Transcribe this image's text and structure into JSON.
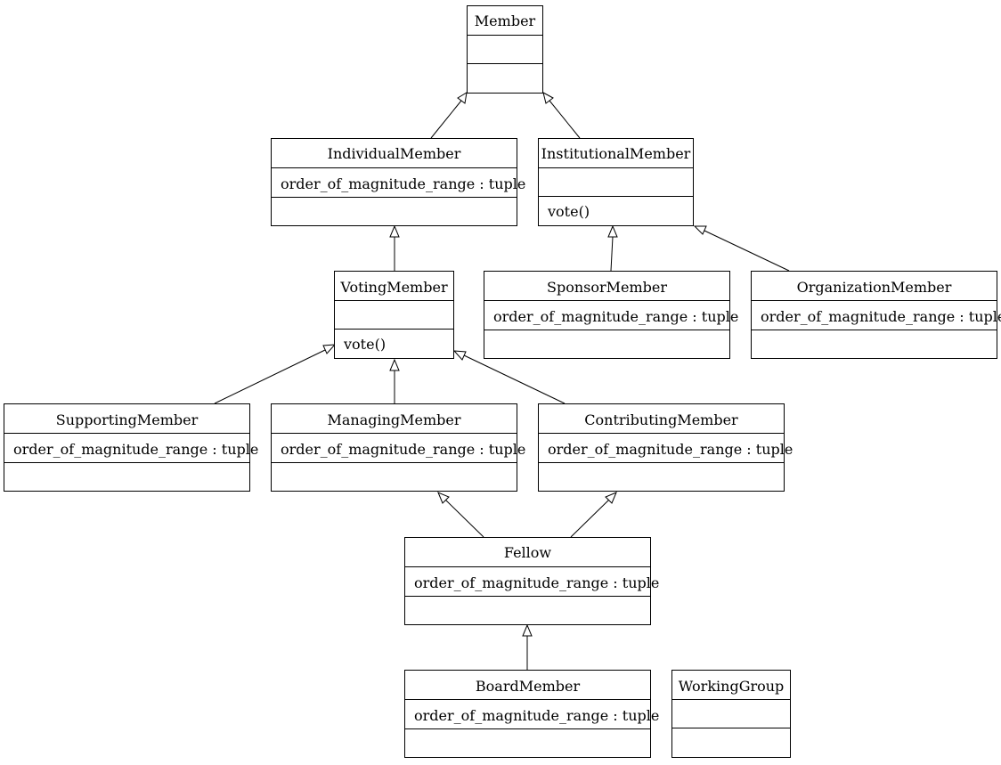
{
  "classes": {
    "member": {
      "name": "Member",
      "attributes": "",
      "methods": ""
    },
    "individual_member": {
      "name": "IndividualMember",
      "attributes": "order_of_magnitude_range : tuple",
      "methods": ""
    },
    "institutional_member": {
      "name": "InstitutionalMember",
      "attributes": "",
      "methods": "vote()"
    },
    "voting_member": {
      "name": "VotingMember",
      "attributes": "",
      "methods": "vote()"
    },
    "sponsor_member": {
      "name": "SponsorMember",
      "attributes": "order_of_magnitude_range : tuple",
      "methods": ""
    },
    "organization_member": {
      "name": "OrganizationMember",
      "attributes": "order_of_magnitude_range : tuple",
      "methods": ""
    },
    "supporting_member": {
      "name": "SupportingMember",
      "attributes": "order_of_magnitude_range : tuple",
      "methods": ""
    },
    "managing_member": {
      "name": "ManagingMember",
      "attributes": "order_of_magnitude_range : tuple",
      "methods": ""
    },
    "contributing_member": {
      "name": "ContributingMember",
      "attributes": "order_of_magnitude_range : tuple",
      "methods": ""
    },
    "fellow": {
      "name": "Fellow",
      "attributes": "order_of_magnitude_range : tuple",
      "methods": ""
    },
    "board_member": {
      "name": "BoardMember",
      "attributes": "order_of_magnitude_range : tuple",
      "methods": ""
    },
    "working_group": {
      "name": "WorkingGroup",
      "attributes": "",
      "methods": ""
    }
  },
  "inheritance": [
    {
      "child": "individual_member",
      "parent": "member"
    },
    {
      "child": "institutional_member",
      "parent": "member"
    },
    {
      "child": "voting_member",
      "parent": "individual_member"
    },
    {
      "child": "sponsor_member",
      "parent": "institutional_member"
    },
    {
      "child": "organization_member",
      "parent": "institutional_member"
    },
    {
      "child": "supporting_member",
      "parent": "voting_member"
    },
    {
      "child": "managing_member",
      "parent": "voting_member"
    },
    {
      "child": "contributing_member",
      "parent": "voting_member"
    },
    {
      "child": "fellow",
      "parent": "managing_member"
    },
    {
      "child": "fellow",
      "parent": "contributing_member"
    },
    {
      "child": "board_member",
      "parent": "fellow"
    }
  ]
}
